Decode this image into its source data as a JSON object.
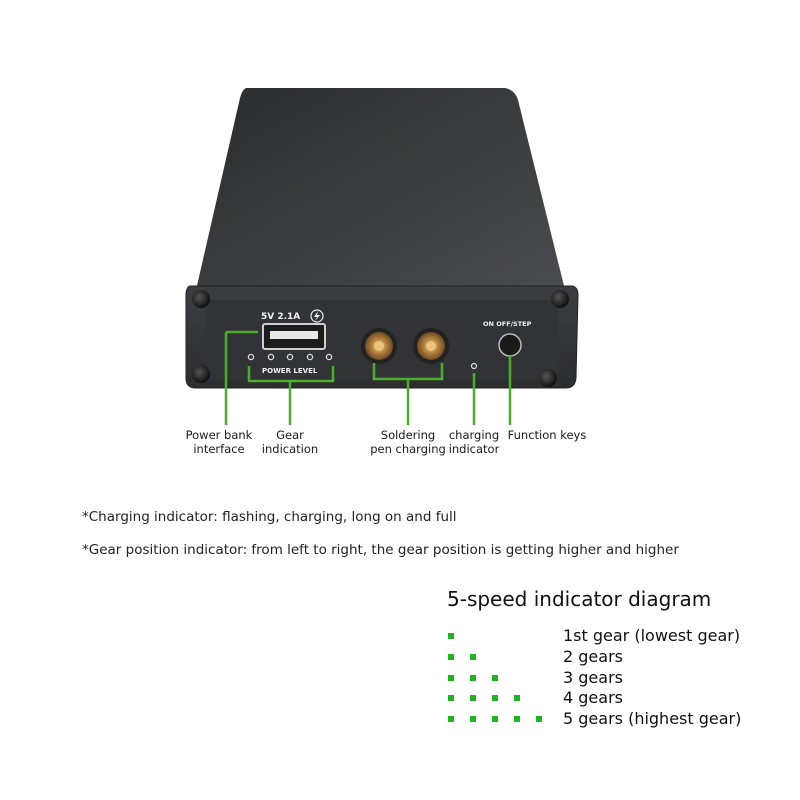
{
  "device": {
    "usb_rating": "5V 2.1A",
    "power_level_label": "POWER LEVEL",
    "switch_label": "ON OFF/STEP"
  },
  "callouts": {
    "power_bank": [
      "Power bank",
      "interface"
    ],
    "gear_indication": [
      "Gear",
      "indication"
    ],
    "soldering": [
      "Soldering",
      "pen charging"
    ],
    "charging_indicator": [
      "charging",
      "indicator"
    ],
    "function_keys": [
      "Function keys"
    ]
  },
  "notes": [
    "*Charging indicator: flashing, charging, long on and full",
    "*Gear position indicator: from left to right, the gear position is getting higher and higher"
  ],
  "legend": {
    "title": "5-speed indicator diagram",
    "rows": [
      {
        "dots": 1,
        "label": "1st gear (lowest gear)"
      },
      {
        "dots": 2,
        "label": "2 gears"
      },
      {
        "dots": 3,
        "label": "3 gears"
      },
      {
        "dots": 4,
        "label": "4 gears"
      },
      {
        "dots": 5,
        "label": "5 gears (highest gear)"
      }
    ]
  },
  "colors": {
    "accent_green": "#1fb51f",
    "callout_green": "#4caf2a",
    "device_body": "#3a3b3d"
  }
}
